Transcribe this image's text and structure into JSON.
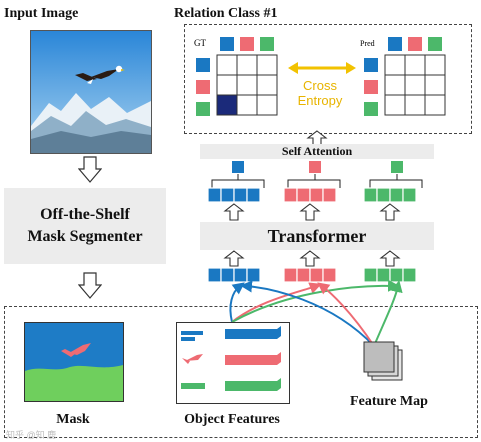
{
  "input_image": {
    "label": "Input Image"
  },
  "relation": {
    "title": "Relation Class #1",
    "gt_label": "GT",
    "pred_label": "Pred",
    "loss_line1": "Cross",
    "loss_line2": "Entropy"
  },
  "segmenter": {
    "line1": "Off-the-Shelf",
    "line2": "Mask Segmenter"
  },
  "self_attention": {
    "label": "Self Attention"
  },
  "transformer": {
    "label": "Transformer"
  },
  "bottom": {
    "mask_label": "Mask",
    "object_features_label": "Object Features",
    "feature_map_label": "Feature Map"
  },
  "colors": {
    "blue": "#1a78c2",
    "red": "#ee6b73",
    "green": "#4cb86a",
    "dark_navy": "#1b2a7a",
    "yellow": "#f2c200"
  },
  "watermark": "知乎 @知 鹿"
}
